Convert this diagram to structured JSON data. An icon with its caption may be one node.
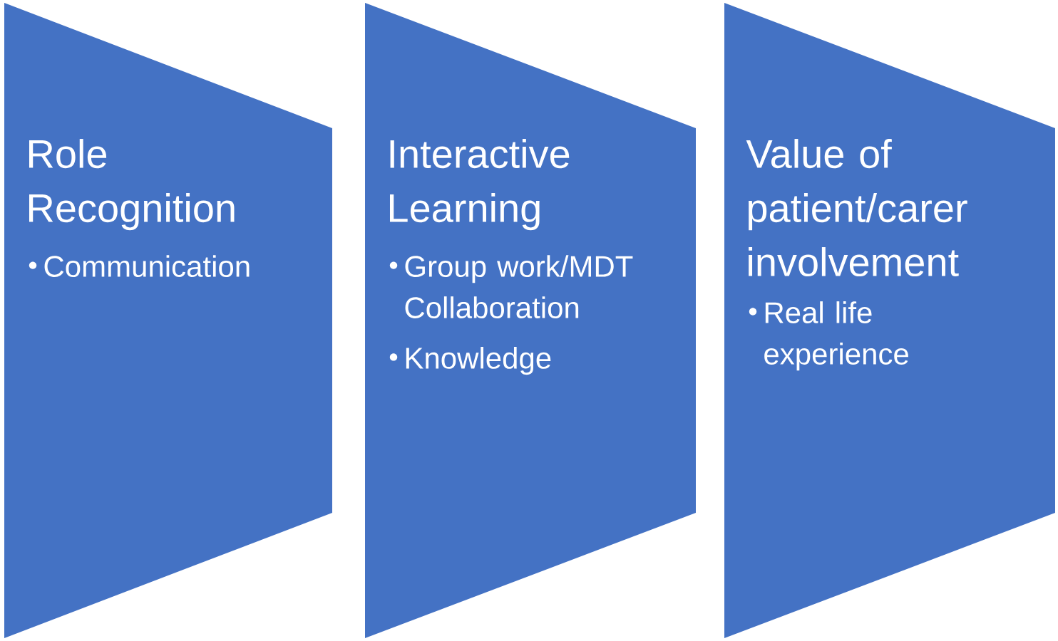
{
  "diagram": {
    "nodes": [
      {
        "text": [
          "Role Recognition",
          "Communication"
        ]
      },
      {
        "text": [
          "Interactive Learning",
          "Group work/MDT Collaboration",
          "Knowledge"
        ]
      },
      {
        "text": [
          "Value of patient/carer involvement",
          "Real life experience"
        ]
      }
    ]
  }
}
